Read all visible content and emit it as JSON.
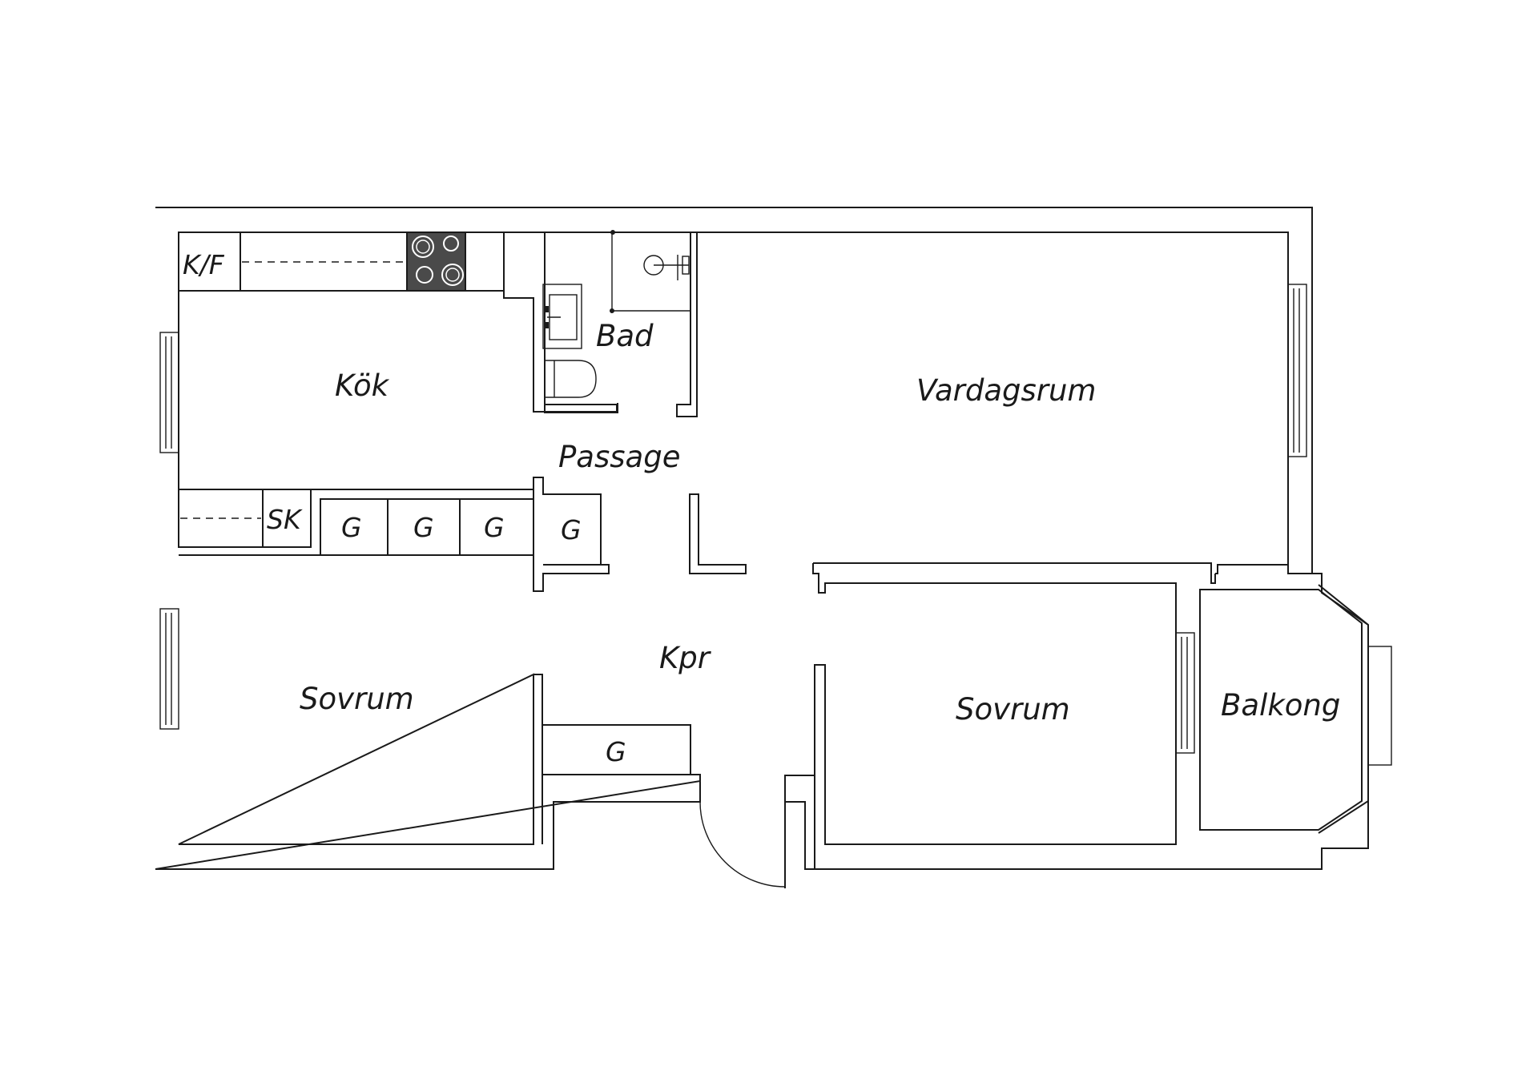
{
  "rooms": {
    "kok": "Kök",
    "bad": "Bad",
    "vardagsrum": "Vardagsrum",
    "passage": "Passage",
    "kpr": "Kpr",
    "sovrum_left": "Sovrum",
    "sovrum_right": "Sovrum",
    "balkong": "Balkong"
  },
  "fixtures": {
    "kf": "K/F",
    "sk": "SK",
    "wardrobe_1": "G",
    "wardrobe_2": "G",
    "wardrobe_3": "G",
    "wardrobe_4": "G",
    "wardrobe_5": "G"
  },
  "colors": {
    "line": "#1a1a1a",
    "stove": "#4a4a4a",
    "background": "#ffffff"
  }
}
